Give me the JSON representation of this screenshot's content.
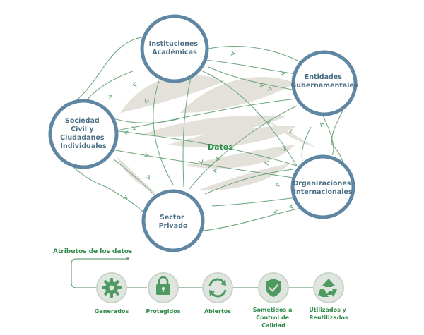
{
  "colors": {
    "node_ring": "#5f86a2",
    "node_text": "#4a6f86",
    "accent_green": "#2f8a4a",
    "flow_stroke": "#6aa57c",
    "lens_fill": "#e4e0da",
    "icon_fill": "#4f9a60",
    "icon_bg": "#dfe5df"
  },
  "center": {
    "label": "Datos"
  },
  "nodes": [
    {
      "id": "academicas",
      "lines": [
        "Instituciones",
        "Académicas"
      ]
    },
    {
      "id": "gubernamentales",
      "lines": [
        "Entidades",
        "Gubernamentales"
      ]
    },
    {
      "id": "organizaciones",
      "lines": [
        "Organizaciones",
        "Internacionales"
      ]
    },
    {
      "id": "privado",
      "lines": [
        "Sector",
        "Privado"
      ]
    },
    {
      "id": "sociedad",
      "lines": [
        "Sociedad",
        "Civil y",
        "Ciudadanos",
        "Individuales"
      ]
    }
  ],
  "attributes": {
    "title": "Atributos de los datos",
    "items": [
      {
        "icon": "gear-icon",
        "lines": [
          "Generados"
        ]
      },
      {
        "icon": "lock-icon",
        "lines": [
          "Protegidos"
        ]
      },
      {
        "icon": "sync-icon",
        "lines": [
          "Abiertos"
        ]
      },
      {
        "icon": "shield-check-icon",
        "lines": [
          "Sometidos a",
          "Control de",
          "Calidad"
        ]
      },
      {
        "icon": "recycle-icon",
        "lines": [
          "Utilizados y",
          "Reutilizados"
        ]
      }
    ]
  }
}
